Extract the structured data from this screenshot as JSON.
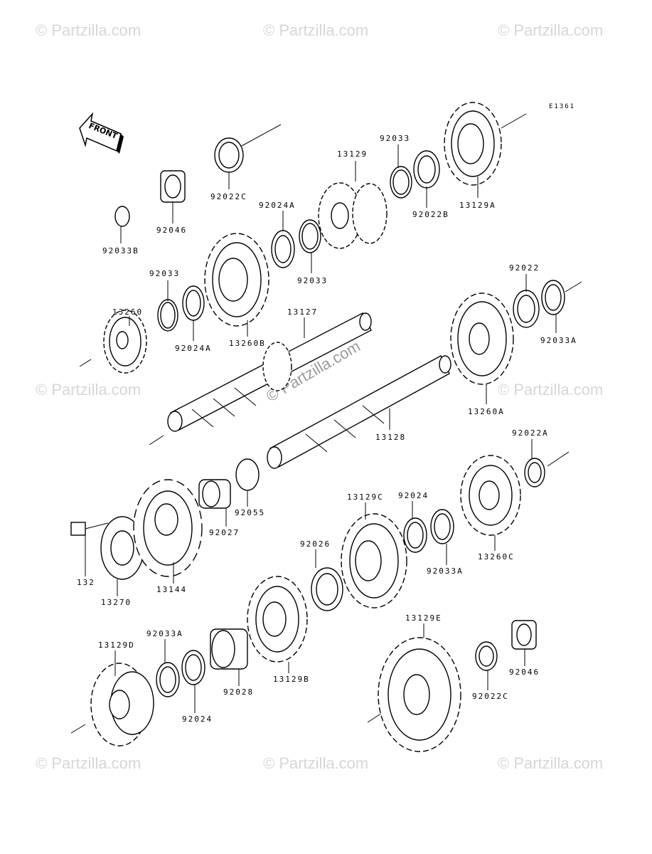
{
  "diagram_code": "E1361",
  "front_label": "FRONT",
  "watermark": "© Partzilla.com",
  "part_labels": {
    "p13260": "13260",
    "p92033_a": "92033",
    "p92024A_a": "92024A",
    "p13260B": "13260B",
    "p92033B": "92033B",
    "p92046_a": "92046",
    "p92022C_a": "92022C",
    "p92024A_b": "92024A",
    "p92033_b": "92033",
    "p13129": "13129",
    "p92033_c": "92033",
    "p92022B": "92022B",
    "p13129A": "13129A",
    "p13127": "13127",
    "p92022": "92022",
    "p92033A_a": "92033A",
    "p13260A": "13260A",
    "p13128": "13128",
    "p92022A": "92022A",
    "p92055": "92055",
    "p92027": "92027",
    "p132": "132",
    "p13270": "13270",
    "p13144": "13144",
    "p13129C": "13129C",
    "p92024_a": "92024",
    "p92033A_b": "92033A",
    "p13260C": "13260C",
    "p92026": "92026",
    "p13129D": "13129D",
    "p92033A_c": "92033A",
    "p92024_b": "92024",
    "p92028": "92028",
    "p13129B": "13129B",
    "p13129E": "13129E",
    "p92022C_b": "92022C",
    "p92046_b": "92046"
  }
}
